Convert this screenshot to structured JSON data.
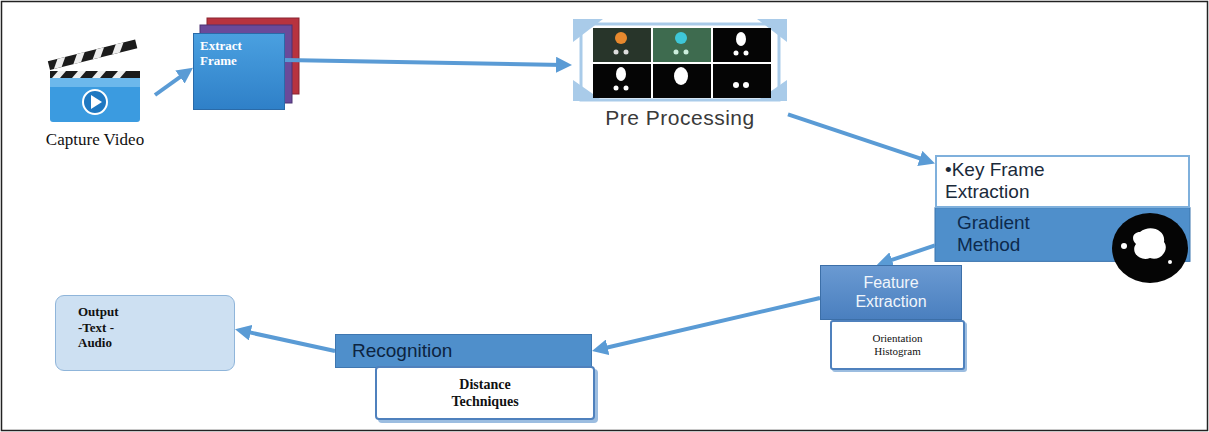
{
  "diagram": {
    "nodes": [
      {
        "text": [
          "Capture Video"
        ]
      },
      {
        "text": [
          "Extract Frame"
        ]
      },
      {
        "text": [
          "Pre Processing"
        ]
      },
      {
        "text": [
          "•Key Frame Extraction",
          "Gradient Method"
        ]
      },
      {
        "text": [
          "Feature Extraction"
        ]
      },
      {
        "text": [
          "Orientation Histogram"
        ]
      },
      {
        "text": [
          "Recognition"
        ]
      },
      {
        "text": [
          "Distance Techniques"
        ]
      },
      {
        "text": [
          "Output -Text -Audio"
        ]
      }
    ],
    "edges": [
      {
        "from": 0,
        "to": 1,
        "arrow": "to"
      },
      {
        "from": 1,
        "to": 2,
        "arrow": "to"
      },
      {
        "from": 2,
        "to": 3,
        "arrow": "to"
      },
      {
        "from": 3,
        "to": 4,
        "arrow": "to"
      },
      {
        "from": 4,
        "to": 6,
        "arrow": "to"
      },
      {
        "from": 6,
        "to": 8,
        "arrow": "to"
      }
    ]
  }
}
